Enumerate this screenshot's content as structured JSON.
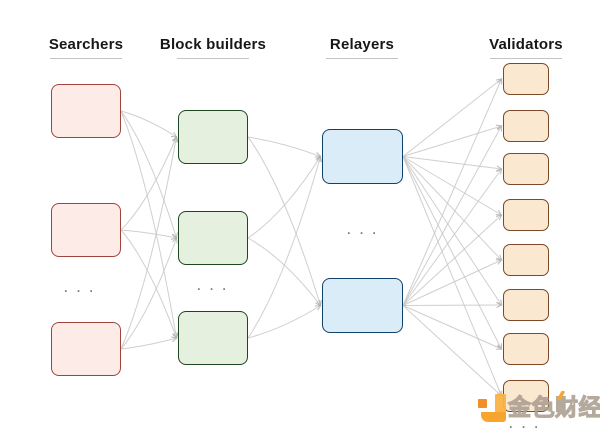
{
  "diagram": {
    "columns": [
      {
        "key": "searchers",
        "label": "Searchers",
        "box_count": 3,
        "ellipsis": true,
        "fill": "#fcebe7",
        "border": "#a0443b"
      },
      {
        "key": "builders",
        "label": "Block builders",
        "box_count": 3,
        "ellipsis": true,
        "fill": "#e6f0de",
        "border": "#1d4721"
      },
      {
        "key": "relayers",
        "label": "Relayers",
        "box_count": 2,
        "ellipsis": true,
        "fill": "#dbecf9",
        "border": "#11426c"
      },
      {
        "key": "validators",
        "label": "Validators",
        "box_count": 8,
        "ellipsis": true,
        "fill": "#fae8d1",
        "border": "#7c4a28"
      }
    ],
    "connections": [
      {
        "from": "searchers",
        "to": "builders",
        "type": "curved",
        "pattern": "all-to-all"
      },
      {
        "from": "builders",
        "to": "relayers",
        "type": "curved",
        "pattern": "all-to-all"
      },
      {
        "from": "relayers",
        "to": "validators",
        "type": "straight",
        "pattern": "all-to-all"
      }
    ],
    "ellipsis_text": ". . .",
    "edge_color": "#c7c7c7",
    "arrowhead_color": "#aeaeae"
  },
  "watermark": {
    "text": "金色财经",
    "logo_color_primary": "#f6a224",
    "logo_color_secondary": "#fbb344",
    "logo_color_dark": "#ee8a1d"
  }
}
